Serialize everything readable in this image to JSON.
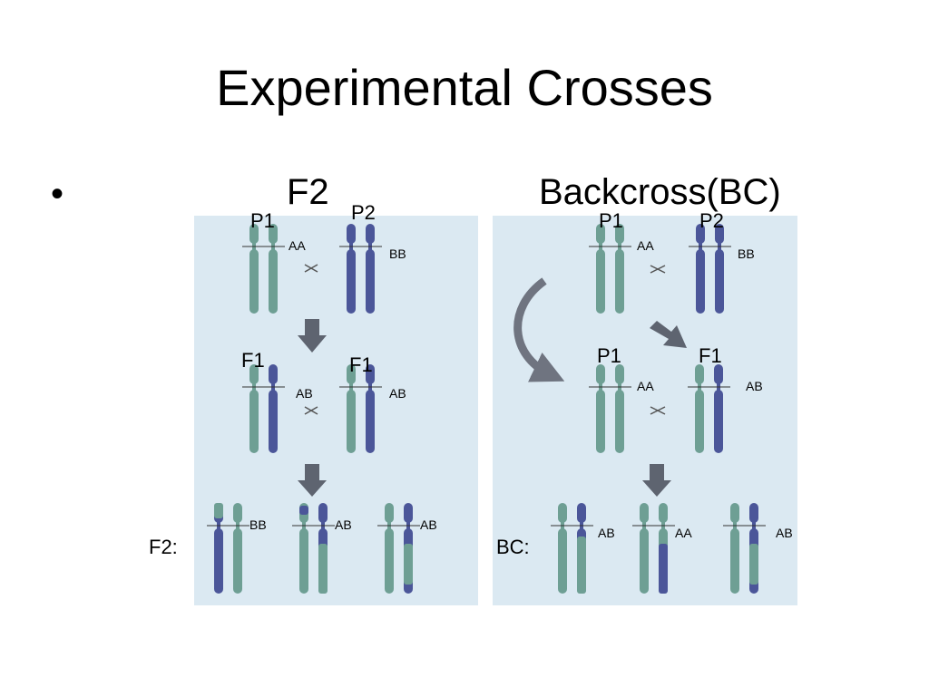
{
  "slide": {
    "title": "Experimental Crosses",
    "bullet": "•",
    "left_heading": "F2",
    "right_heading": "Backcross(BC)"
  },
  "colors": {
    "panel_bg": "#dbe9f2",
    "chrom_green": "#6e9f94",
    "chrom_blue": "#4b5699",
    "arrow_gray": "#5e6470"
  },
  "f2_panel": {
    "p1_label": "P1",
    "p2_label": "P2",
    "p1_genotype": "AA",
    "p2_genotype": "BB",
    "f1_left_label": "F1",
    "f1_right_label": "F1",
    "f1_left_genotype": "AB",
    "f1_right_genotype": "AB",
    "offspring_label": "F2:",
    "offspring_genotypes": [
      "BB",
      "AB",
      "AB"
    ]
  },
  "bc_panel": {
    "p1_label": "P1",
    "p2_label": "P2",
    "p1_genotype": "AA",
    "p2_genotype": "BB",
    "p1b_label": "P1",
    "f1_label": "F1",
    "p1b_genotype": "AA",
    "f1_genotype": "AB",
    "offspring_label": "BC:",
    "offspring_genotypes": [
      "AB",
      "AA",
      "AB"
    ]
  },
  "icons": [
    "cross-icon",
    "down-arrow-icon",
    "curved-arrow-icon",
    "diagonal-arrow-icon"
  ]
}
